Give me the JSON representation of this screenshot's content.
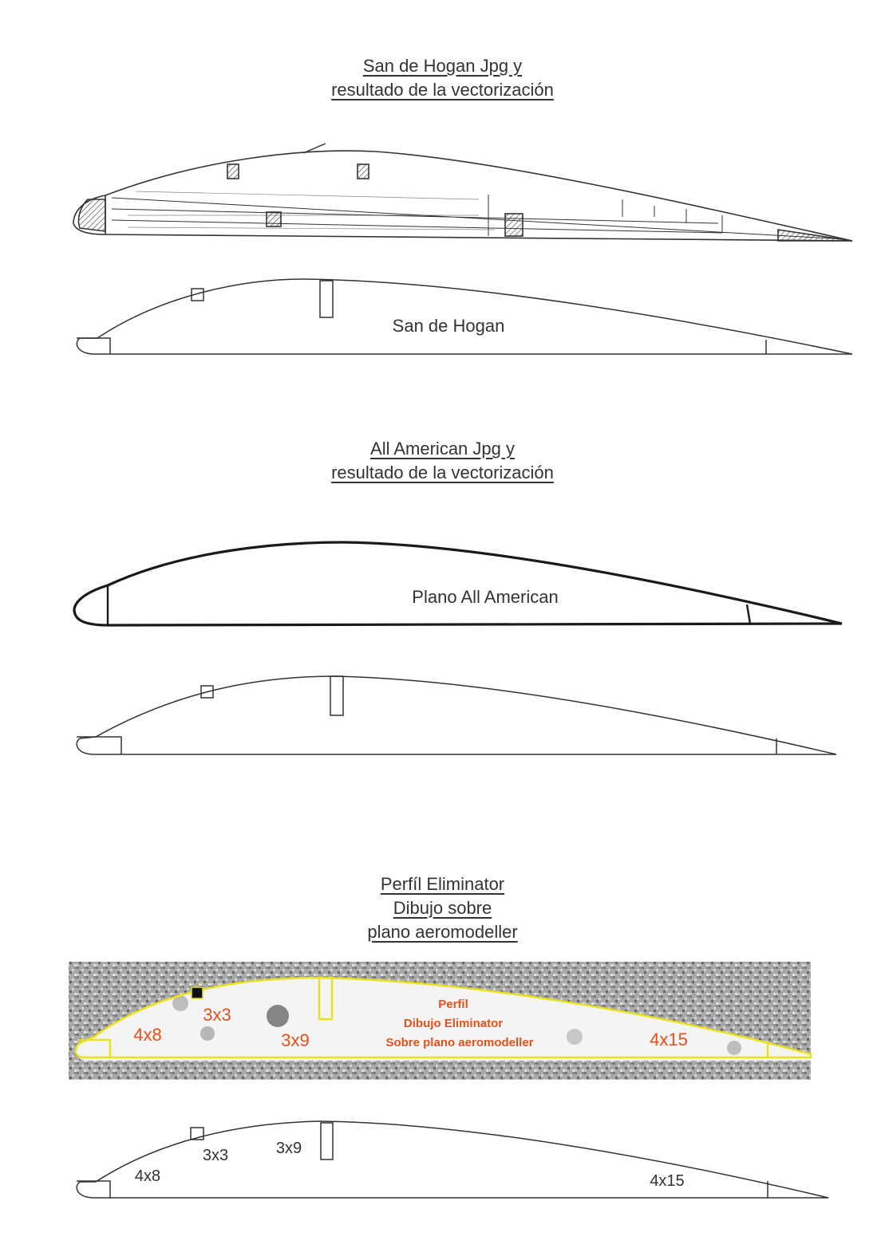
{
  "sections": [
    {
      "title_lines": [
        "San de Hogan Jpg y",
        "resultado de la vectorización"
      ],
      "vector_label": "San de Hogan"
    },
    {
      "title_lines": [
        "All American Jpg y",
        "resultado de la vectorización"
      ],
      "scan_label": "Plano All American"
    },
    {
      "title_lines": [
        "Perfíl Eliminator",
        "Dibujo sobre",
        "plano aeromodeller"
      ],
      "scan_note_lines": [
        "Perfil",
        "Dibujo Eliminator",
        "Sobre plano aeromodeller"
      ],
      "scan_dims": [
        "4x8",
        "3x3",
        "3x9",
        "4x15"
      ],
      "vector_dims": [
        "4x8",
        "3x3",
        "3x9",
        "4x15"
      ]
    }
  ],
  "colors": {
    "ink": "#333333",
    "annotation": "#e8501a",
    "outline_yellow": "#e8e21a",
    "scan_background": "#a9a9a9"
  }
}
